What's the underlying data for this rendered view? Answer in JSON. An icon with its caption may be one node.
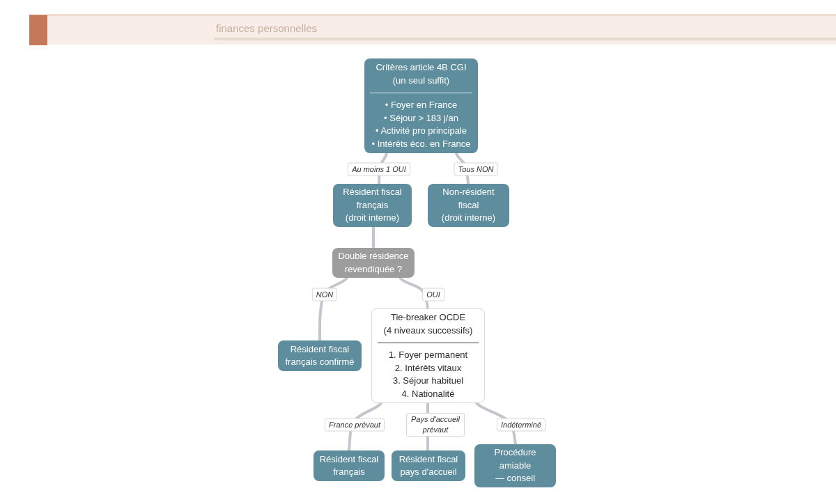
{
  "diagram": {
    "nodes": [
      {
        "text": [
          "Critères article 4B CGI",
          "(un seul suffit)",
          "• Foyer en France",
          "• Séjour > 183 j/an",
          "• Activité pro principale",
          "• Intérêts éco. en France"
        ]
      },
      {
        "text": [
          "Résident fiscal français",
          "(droit interne)"
        ]
      },
      {
        "text": [
          "Non-résident fiscal",
          "(droit interne)"
        ]
      },
      {
        "text": [
          "Double résidence revendiquée ?"
        ]
      },
      {
        "text": [
          "Résident fiscal français confirmé"
        ]
      },
      {
        "text": [
          "Tie-breaker OCDE",
          "(4 niveaux successifs)",
          "1. Foyer permanent",
          "2. Intérêts vitaux",
          "3. Séjour habituel",
          "4. Nationalité"
        ]
      },
      {
        "text": [
          "Résident fiscal français"
        ]
      },
      {
        "text": [
          "Résident fiscal pays d'accueil"
        ]
      },
      {
        "text": [
          "Procédure amiable",
          "— conseil"
        ]
      }
    ],
    "edges": [
      {
        "from": 0,
        "to": 1,
        "arrow": "none",
        "label": "Au moins 1 OUI"
      },
      {
        "from": 0,
        "to": 2,
        "arrow": "none",
        "label": "Tous NON"
      },
      {
        "from": 1,
        "to": 3,
        "arrow": "none"
      },
      {
        "from": 3,
        "to": 4,
        "arrow": "none",
        "label": "NON"
      },
      {
        "from": 3,
        "to": 5,
        "arrow": "none",
        "label": "OUI"
      },
      {
        "from": 5,
        "to": 6,
        "arrow": "none",
        "label": "France prévaut"
      },
      {
        "from": 5,
        "to": 7,
        "arrow": "none",
        "label": "Pays d'accueil prévaut"
      },
      {
        "from": 5,
        "to": 8,
        "arrow": "none",
        "label": "Indéterminé"
      }
    ],
    "labels": [
      "finances personnelles"
    ]
  }
}
